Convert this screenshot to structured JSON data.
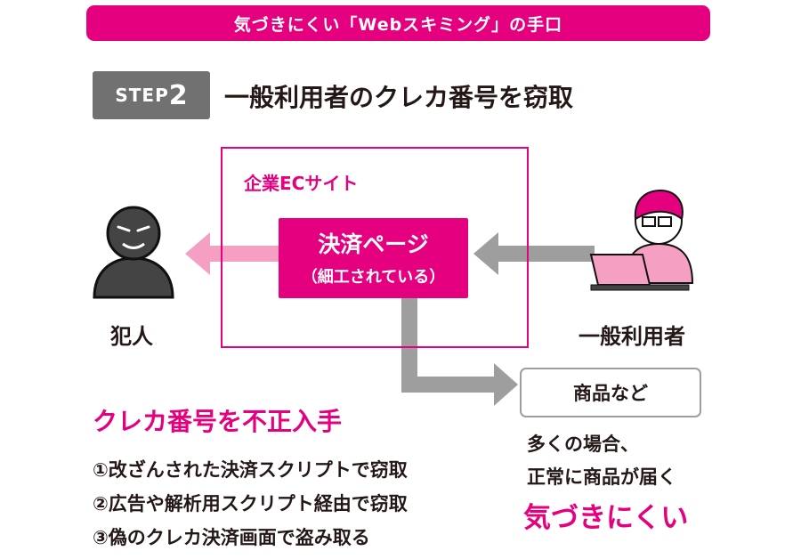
{
  "banner": {
    "title": "気づきにくい「Webスキミング」の手口"
  },
  "step": {
    "label": "STEP",
    "number": "2",
    "title": "一般利用者のクレカ番号を窃取"
  },
  "ec_site": {
    "label": "企業ECサイト"
  },
  "payment_page": {
    "title": "決済ページ",
    "subtitle": "（細工されている）"
  },
  "criminal": {
    "label": "犯人"
  },
  "user": {
    "label": "一般利用者"
  },
  "product": {
    "label": "商品など"
  },
  "theft": {
    "heading": "クレカ番号を不正入手",
    "methods": [
      "①改ざんされた決済スクリプトで窃取",
      "②広告や解析用スクリプト経由で窃取",
      "③偽のクレカ決済画面で盗み取る"
    ]
  },
  "note": {
    "line1": "多くの場合、",
    "line2": "正常に商品が届く",
    "accent": "気づきにくい"
  },
  "colors": {
    "brand_pink": "#e5007f",
    "light_pink": "#f5a0c3",
    "arrow_gray": "#9e9e9f",
    "badge_gray": "#727171"
  }
}
